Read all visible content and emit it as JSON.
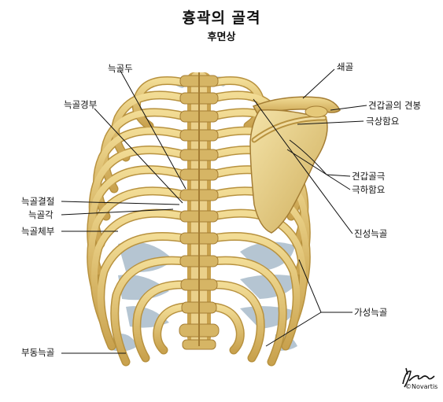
{
  "title": "흉곽의 골격",
  "subtitle": "후면상",
  "labels": {
    "rib_head": "늑골두",
    "rib_neck": "늑골경부",
    "rib_tubercle": "늑골결절",
    "rib_angle": "늑골각",
    "rib_body": "늑골체부",
    "floating_rib": "부동늑골",
    "clavicle": "쇄골",
    "acromion": "견갑골의 견봉",
    "supraspinous_fossa": "극상함요",
    "scapular_spine": "견갑골극",
    "infraspinous_fossa": "극하함요",
    "true_ribs": "진성늑골",
    "false_ribs": "가성늑골"
  },
  "signature": {
    "copyright": "©Novartis"
  },
  "colors": {
    "bone": "#e3c36f",
    "bone_shadow": "#b8923f",
    "cartilage": "#9fb3c2",
    "leader_line": "#111111"
  }
}
